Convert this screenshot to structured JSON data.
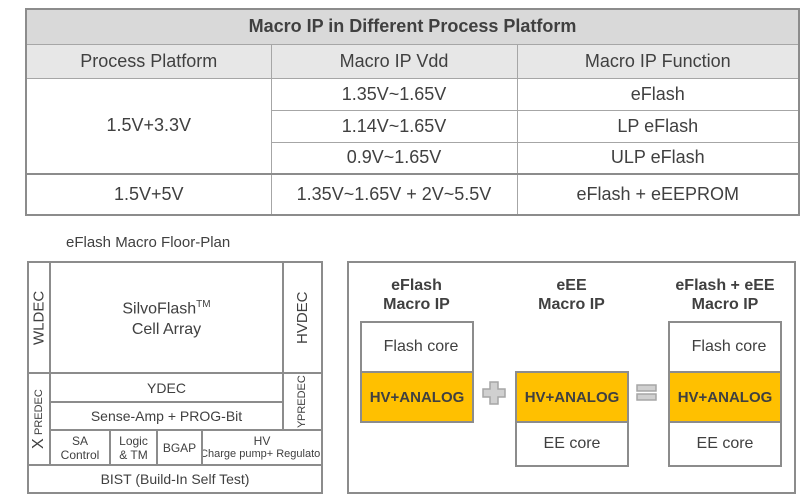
{
  "table": {
    "title": "Macro IP in Different Process Platform",
    "headers": [
      "Process Platform",
      "Macro IP Vdd",
      "Macro IP Function"
    ],
    "group1": {
      "platform": "1.5V+3.3V",
      "rows": [
        {
          "vdd": "1.35V~1.65V",
          "func": "eFlash"
        },
        {
          "vdd": "1.14V~1.65V",
          "func": "LP eFlash"
        },
        {
          "vdd": "0.9V~1.65V",
          "func": "ULP eFlash"
        }
      ]
    },
    "group2": {
      "platform": "1.5V+5V",
      "vdd": "1.35V~1.65V + 2V~5.5V",
      "func": "eFlash + eEEPROM"
    }
  },
  "floorplan": {
    "title": "eFlash Macro Floor-Plan",
    "wldec": "WLDEC",
    "cell_array_1": "SilvoFlash",
    "tm": "TM",
    "cell_array_2": "Cell Array",
    "hvdec": "HVDEC",
    "ydec": "YDEC",
    "sense_amp": "Sense-Amp + PROG-Bit",
    "x_predec_x": "X",
    "x_predec": "PREDEC",
    "y_predec_y": "Y",
    "y_predec": "PREDEC",
    "sa_control": [
      "SA",
      "Control"
    ],
    "logic": [
      "Logic",
      "& TM"
    ],
    "bgap": "BGAP",
    "hv": "HV",
    "hv_sub": "(Charge pump+ Regulator)",
    "bist": "BIST (Build-In Self Test)"
  },
  "macro": {
    "eflash_title": [
      "eFlash",
      "Macro IP"
    ],
    "eee_title": [
      "eEE",
      "Macro IP"
    ],
    "combo_title": [
      "eFlash + eEE",
      "Macro IP"
    ],
    "flash_core": "Flash core",
    "hv_analog": "HV+ANALOG",
    "ee_core": "EE core",
    "colors": {
      "hv": "#ffc000",
      "border": "#8c8c8c",
      "plus": "#d0d0d0"
    }
  }
}
